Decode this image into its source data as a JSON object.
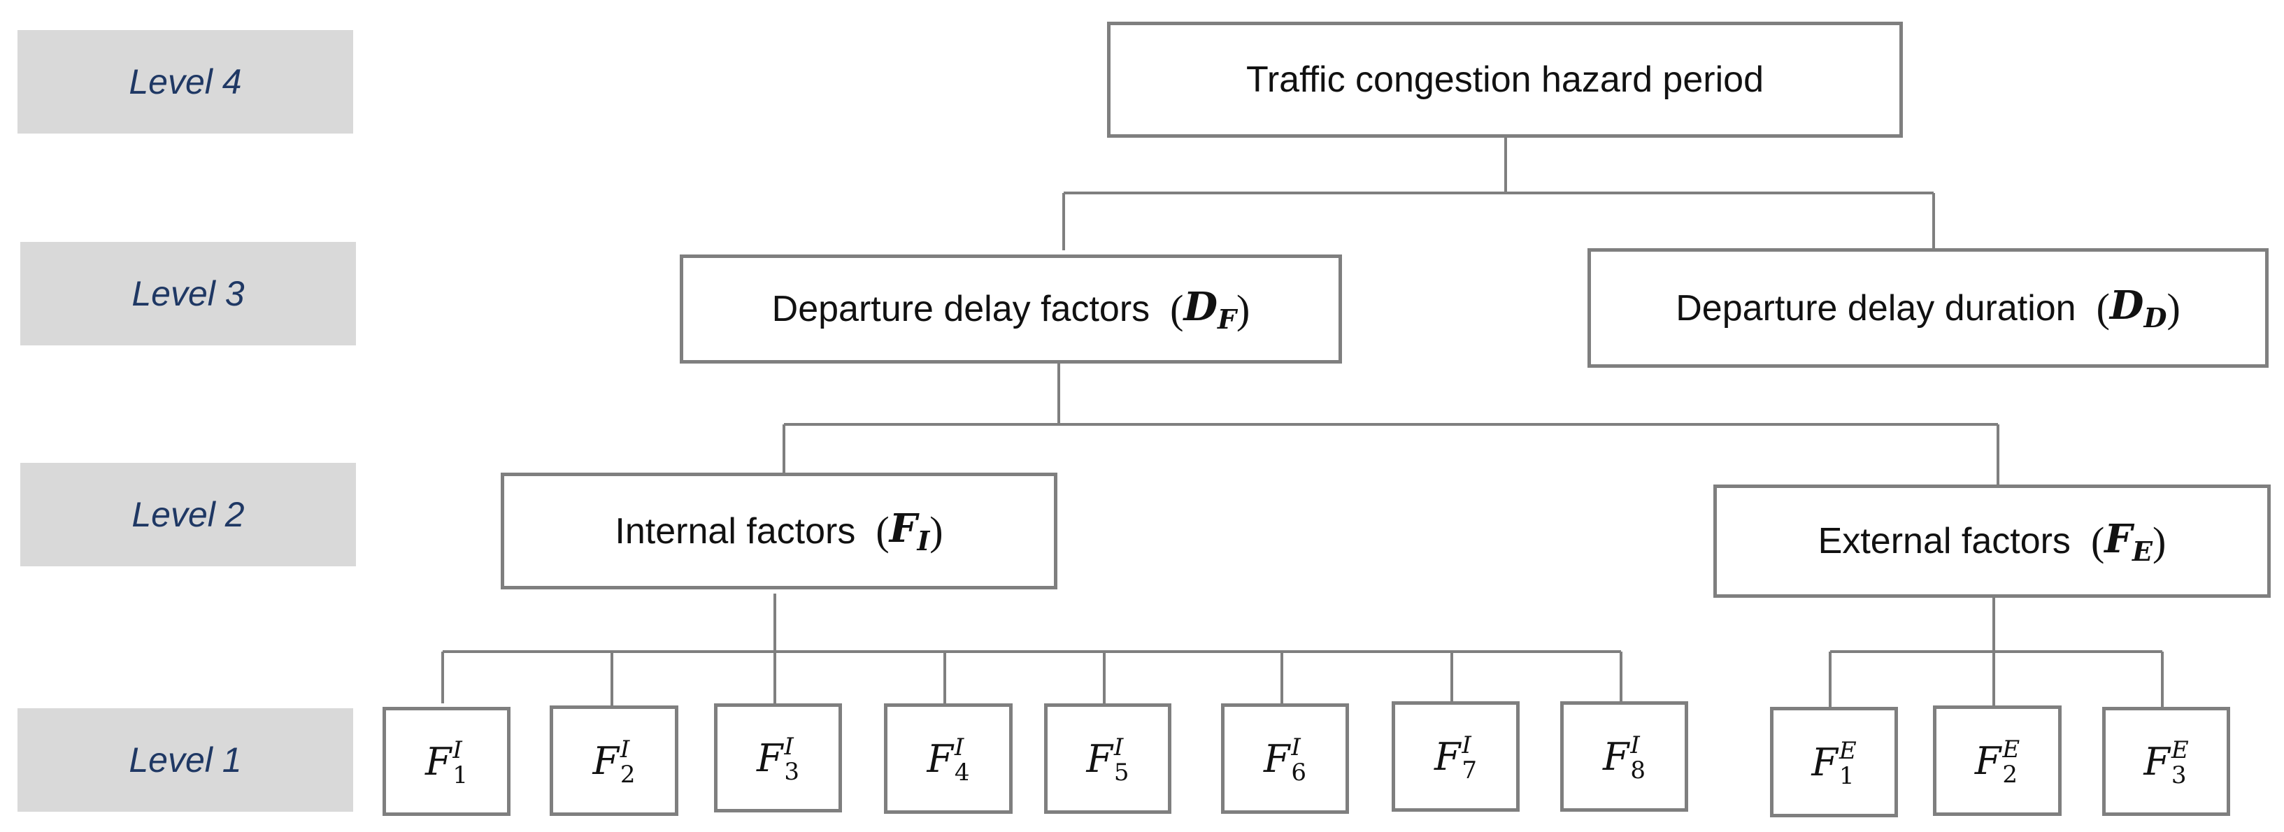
{
  "levels": [
    "Level 4",
    "Level 3",
    "Level 2",
    "Level 1"
  ],
  "root": {
    "label": "Traffic congestion hazard period"
  },
  "level3": [
    {
      "label": "Departure delay factors",
      "symbol": "D",
      "subscript": "F"
    },
    {
      "label": "Departure delay duration",
      "symbol": "D",
      "subscript": "D"
    }
  ],
  "level2": [
    {
      "label": "Internal factors",
      "symbol": "F",
      "subscript": "I"
    },
    {
      "label": "External factors",
      "symbol": "F",
      "subscript": "E"
    }
  ],
  "level1_internal": [
    {
      "symbol": "F",
      "sup": "I",
      "sub": "1"
    },
    {
      "symbol": "F",
      "sup": "I",
      "sub": "2"
    },
    {
      "symbol": "F",
      "sup": "I",
      "sub": "3"
    },
    {
      "symbol": "F",
      "sup": "I",
      "sub": "4"
    },
    {
      "symbol": "F",
      "sup": "I",
      "sub": "5"
    },
    {
      "symbol": "F",
      "sup": "I",
      "sub": "6"
    },
    {
      "symbol": "F",
      "sup": "I",
      "sub": "7"
    },
    {
      "symbol": "F",
      "sup": "I",
      "sub": "8"
    }
  ],
  "level1_external": [
    {
      "symbol": "F",
      "sup": "E",
      "sub": "1"
    },
    {
      "symbol": "F",
      "sup": "E",
      "sub": "2"
    },
    {
      "symbol": "F",
      "sup": "E",
      "sub": "3"
    }
  ],
  "colors": {
    "line": "#7f7f7f",
    "label_bg": "#d9d9d9",
    "label_text": "#1f3864"
  }
}
